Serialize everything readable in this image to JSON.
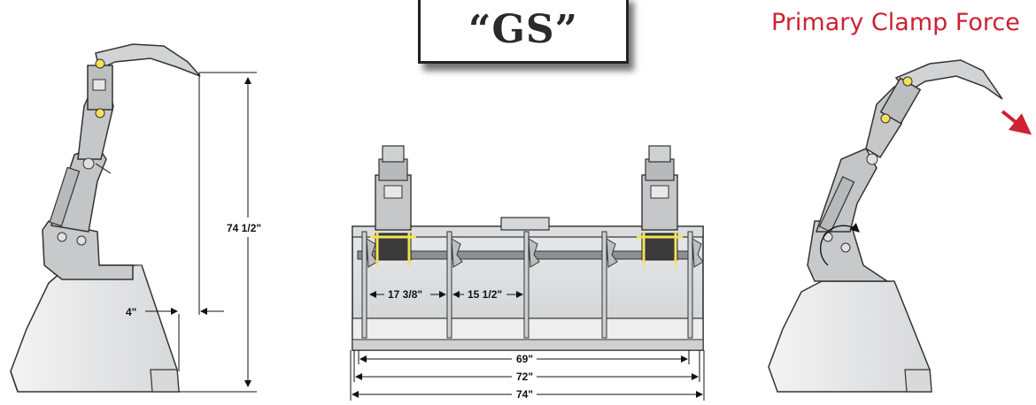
{
  "title": "“GS”",
  "force_label": "Primary Clamp Force",
  "dimensions": {
    "height": "74 1/2\"",
    "offset": "4\"",
    "tine_spacing_a": "17 3/8\"",
    "tine_spacing_b": "15 1/2\"",
    "inner_width": "69\"",
    "mid_width": "72\"",
    "overall_width": "74\""
  },
  "colors": {
    "accent_red": "#cc2233",
    "steel": "#c9cacc",
    "steel_dark": "#8d8f92",
    "outline": "#333333",
    "yellow_bolt": "#f2e25a"
  },
  "icons": {
    "force_arrow": "arrow-down-right-icon",
    "rotation": "curved-arrow-icon"
  }
}
